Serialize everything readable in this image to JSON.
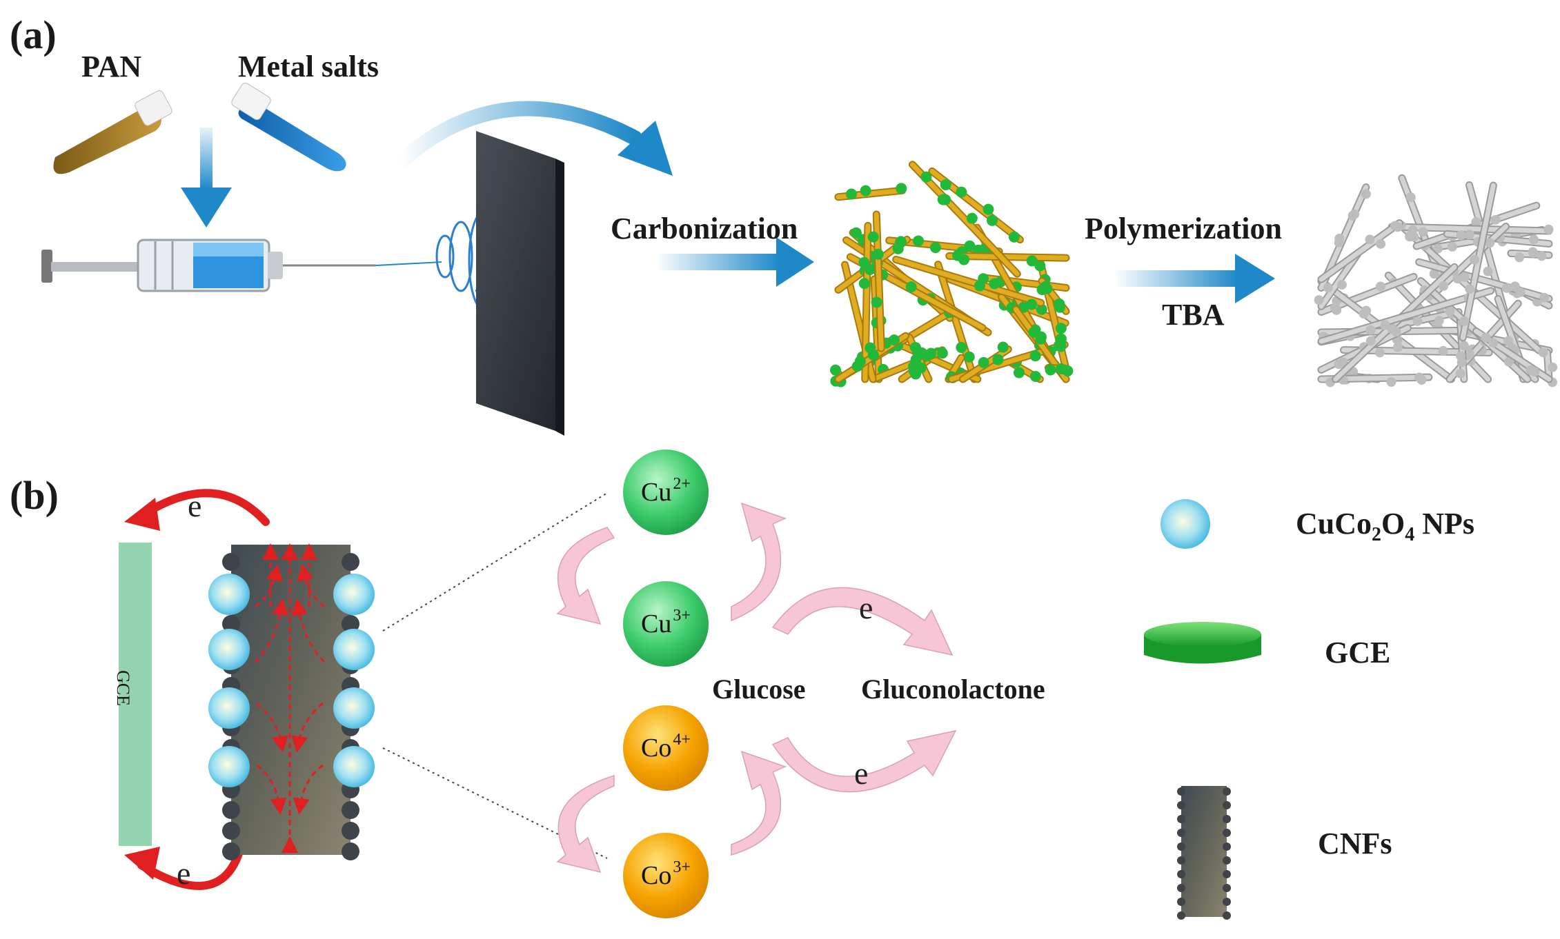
{
  "panel_a": {
    "label": "(a)",
    "pan_label": "PAN",
    "metal_salts_label": "Metal salts",
    "carbonization_label": "Carbonization",
    "polymerization_label": "Polymerization",
    "tba_label": "TBA"
  },
  "panel_b": {
    "label": "(b)",
    "gce_bar_label": "GCE",
    "electron_label": "e",
    "ions": {
      "cu2": {
        "symbol": "Cu",
        "charge": "2+"
      },
      "cu3": {
        "symbol": "Cu",
        "charge": "3+"
      },
      "co4": {
        "symbol": "Co",
        "charge": "4+"
      },
      "co3": {
        "symbol": "Co",
        "charge": "3+"
      }
    },
    "glucose_label": "Glucose",
    "gluconolactone_label": "Gluconolactone"
  },
  "legend": {
    "nps": {
      "prefix": "CuCo",
      "sub1": "2",
      "mid": "O",
      "sub2": "4",
      "suffix": " NPs"
    },
    "gce": "GCE",
    "cnfs": "CNFs"
  },
  "colors": {
    "arrow_blue": "#1e88c8",
    "pink_arrow": "#f6c6d6",
    "cu_green": "#3ccb6a",
    "co_orange": "#f5a300",
    "gce_green": "#93d3ad",
    "red_arrow": "#e02020",
    "np_cyan": "#5cc8e8",
    "fiber_gold": "#d6a21a",
    "fiber_dot": "#22b83a",
    "fiber_gray": "#c4c4c4"
  }
}
